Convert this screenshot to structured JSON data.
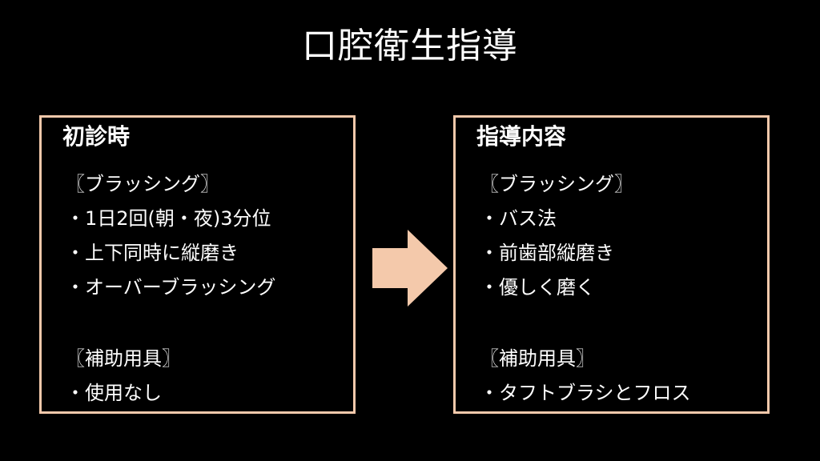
{
  "title": "口腔衛生指導",
  "colors": {
    "background": "#000000",
    "text": "#ffffff",
    "accent": "#f4c9ab"
  },
  "left_panel": {
    "heading": "初診時",
    "brushing_header": "〖ブラッシング〗",
    "brushing_items": [
      "1日2回(朝・夜)3分位",
      "上下同時に縦磨き",
      "オーバーブラッシング"
    ],
    "tools_header": "〖補助用具〗",
    "tools_items": [
      "使用なし"
    ]
  },
  "right_panel": {
    "heading": "指導内容",
    "brushing_header": "〖ブラッシング〗",
    "brushing_items": [
      "バス法",
      "前歯部縦磨き",
      "優しく磨く"
    ],
    "tools_header": "〖補助用具〗",
    "tools_items": [
      "タフトブラシとフロス"
    ]
  },
  "bullet_char": "・",
  "arrow_icon": "right-arrow-icon"
}
